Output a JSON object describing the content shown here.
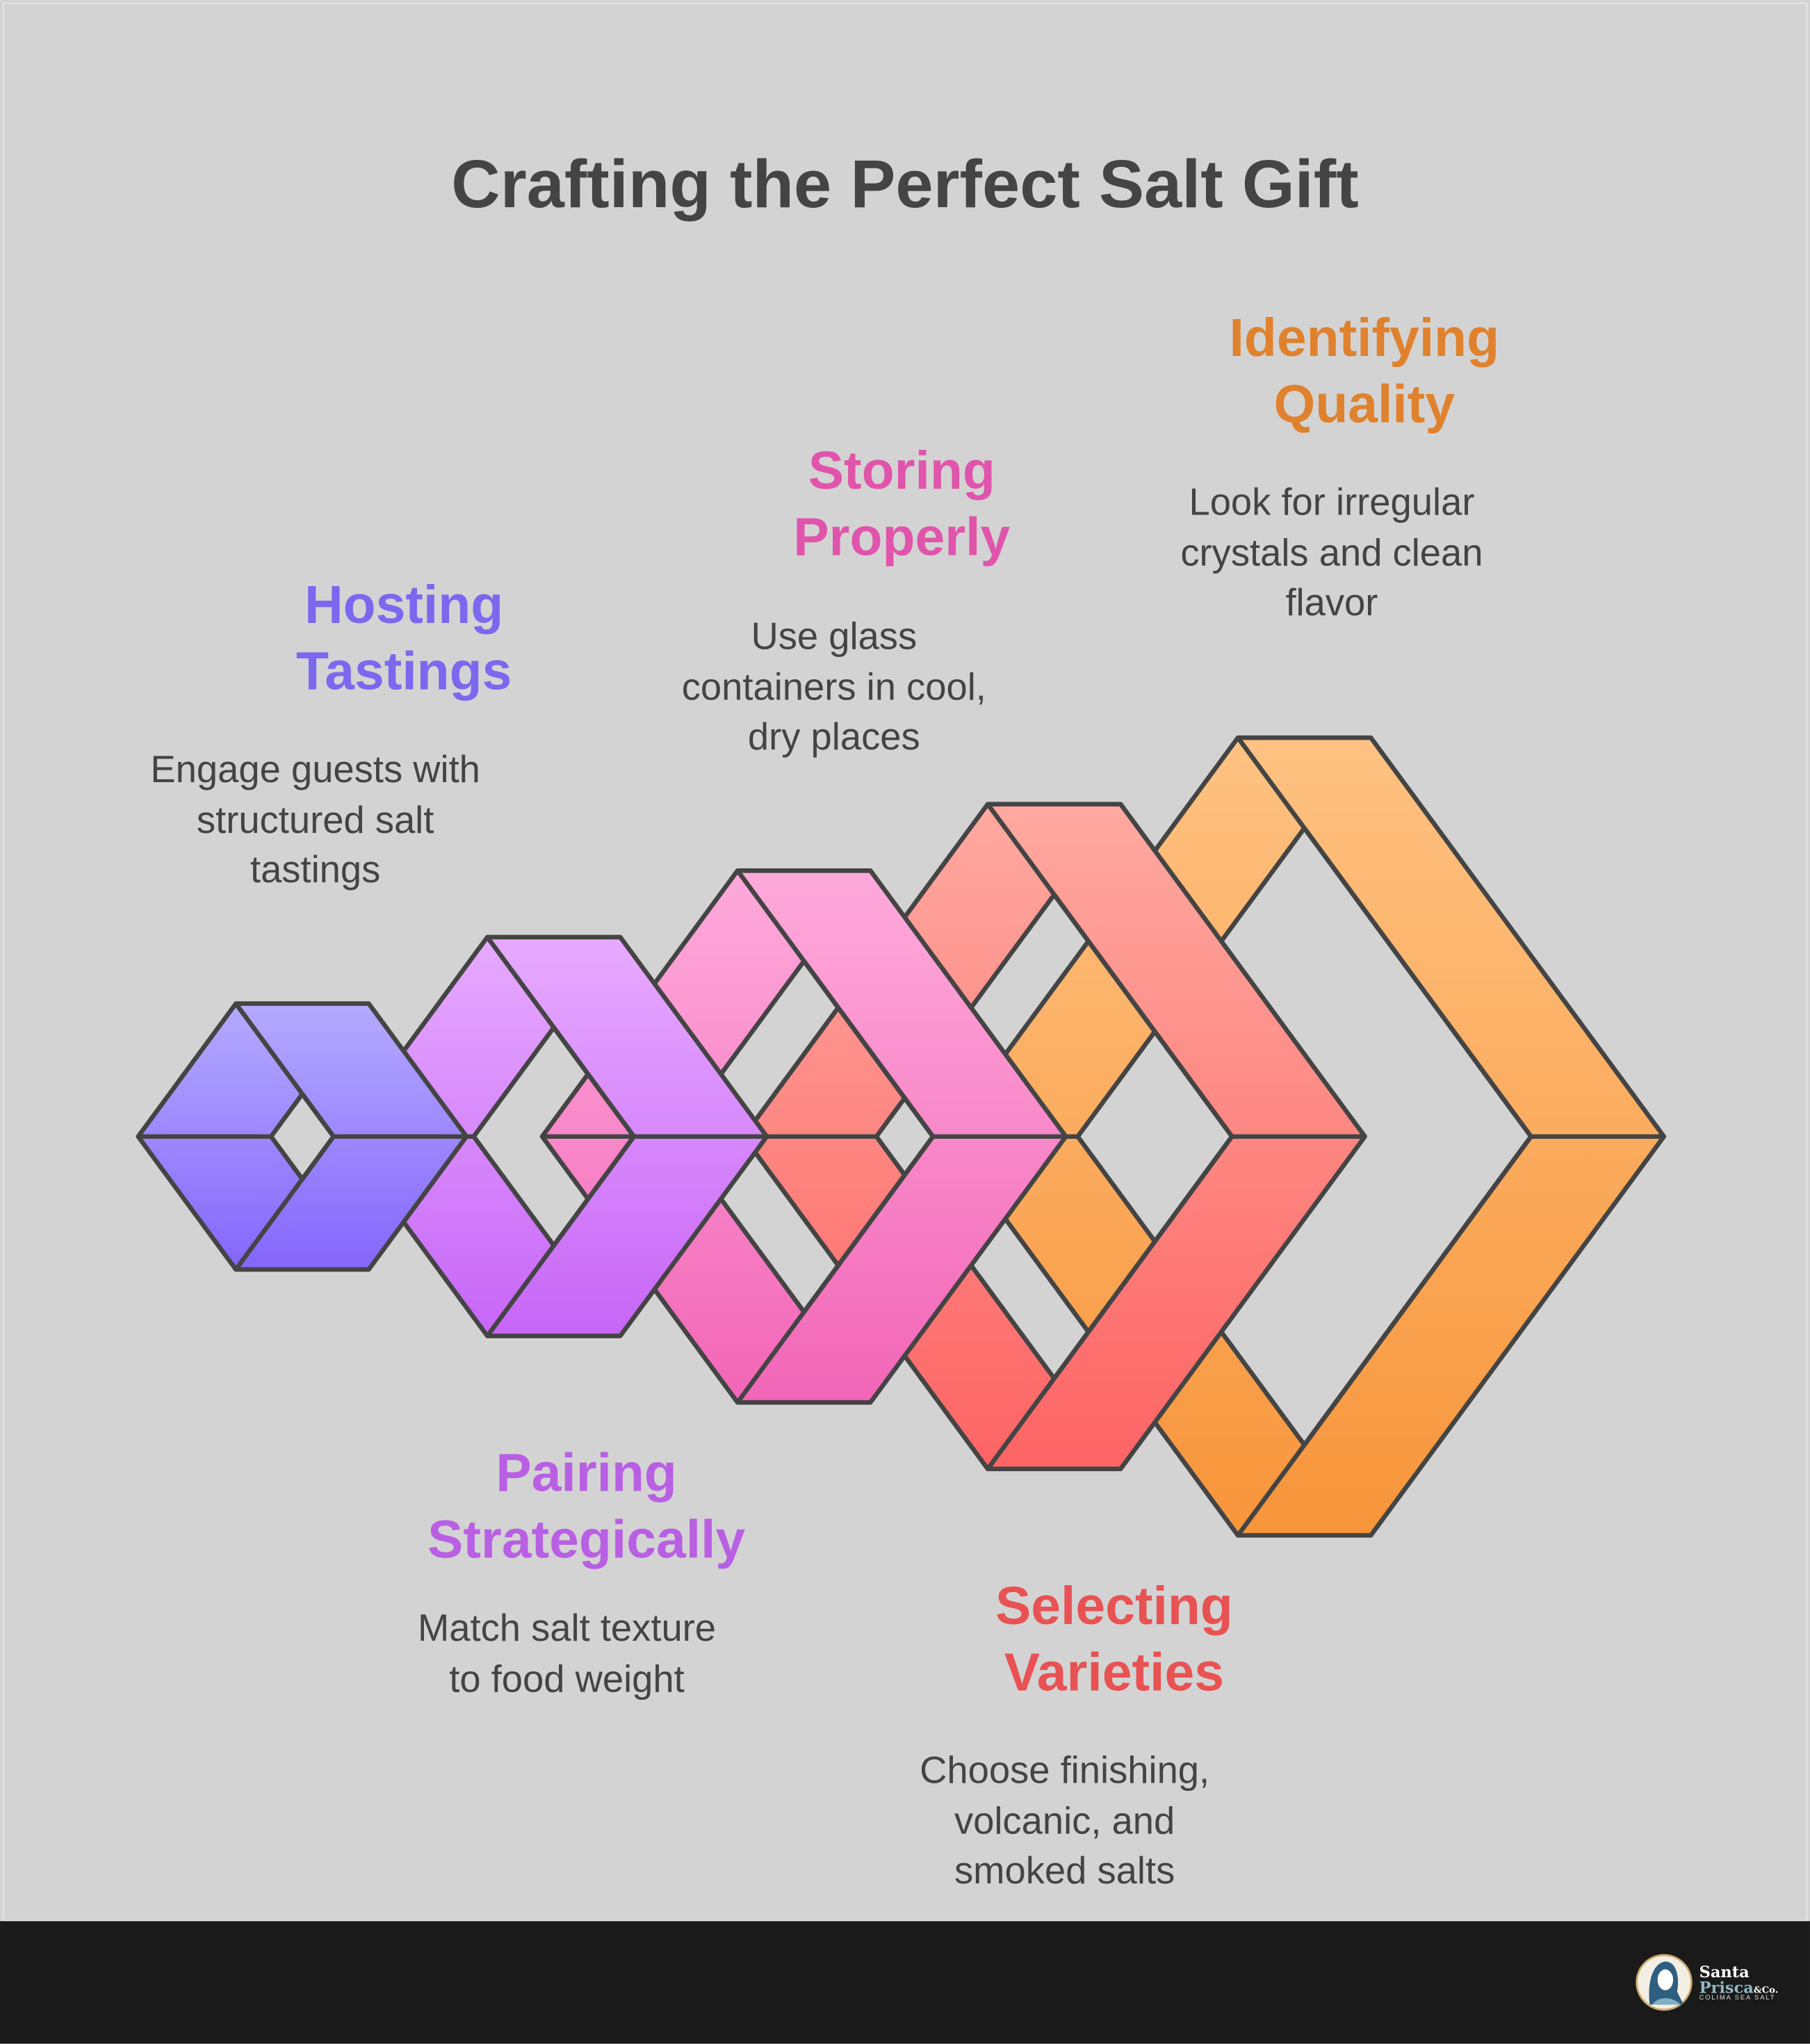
{
  "title": "Crafting the Perfect Salt Gift",
  "steps": [
    {
      "heading": [
        "Hosting",
        "Tastings"
      ],
      "description": [
        "Engage guests with",
        "structured salt",
        "tastings"
      ],
      "color": "#7b68ee"
    },
    {
      "heading": [
        "Pairing",
        "Strategically"
      ],
      "description": [
        "Match salt texture",
        "to food weight"
      ],
      "color": "#b95fe3"
    },
    {
      "heading": [
        "Storing",
        "Properly"
      ],
      "description": [
        "Use glass",
        "containers in cool,",
        "dry places"
      ],
      "color": "#e055ab"
    },
    {
      "heading": [
        "Selecting",
        "Varieties"
      ],
      "description": [
        "Choose finishing,",
        "volcanic, and",
        "smoked salts"
      ],
      "color": "#e85252"
    },
    {
      "heading": [
        "Identifying",
        "Quality"
      ],
      "description": [
        "Look for irregular",
        "crystals and clean",
        "flavor"
      ],
      "color": "#e0812e"
    }
  ],
  "gradients": [
    [
      "#b4aaff",
      "#8466fb"
    ],
    [
      "#e7aaff",
      "#c766f7"
    ],
    [
      "#ffaadb",
      "#f266b7"
    ],
    [
      "#ffa9a0",
      "#fd6464"
    ],
    [
      "#ffc282",
      "#f7953a"
    ]
  ],
  "logo": {
    "line1": "Santa",
    "line2": "Prisca",
    "line2_suffix": "&Co.",
    "line3": "COLIMA SEA SALT"
  }
}
